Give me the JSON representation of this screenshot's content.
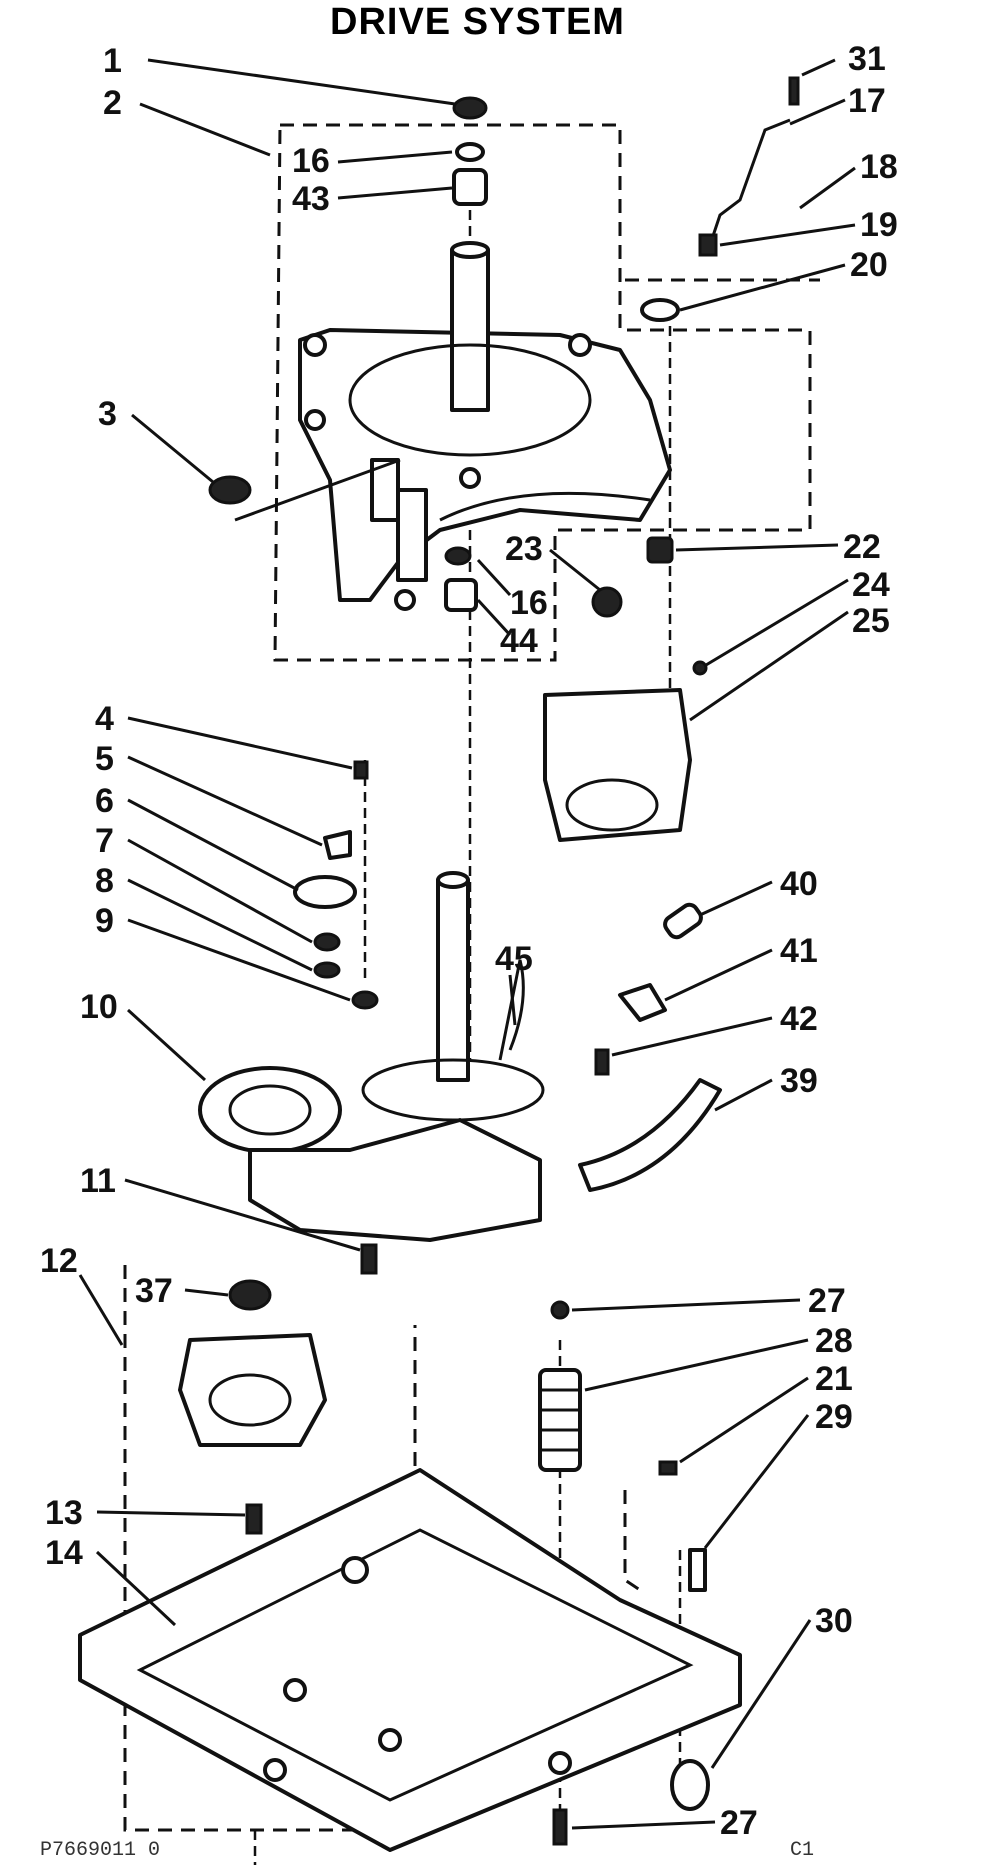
{
  "title": "DRIVE SYSTEM",
  "footer": {
    "left_code": "P7669011 0",
    "right_code": "C1"
  },
  "callouts": [
    {
      "id": "c1",
      "label": "1"
    },
    {
      "id": "c2",
      "label": "2"
    },
    {
      "id": "c16a",
      "label": "16"
    },
    {
      "id": "c43",
      "label": "43"
    },
    {
      "id": "c31",
      "label": "31"
    },
    {
      "id": "c17",
      "label": "17"
    },
    {
      "id": "c18",
      "label": "18"
    },
    {
      "id": "c19",
      "label": "19"
    },
    {
      "id": "c20",
      "label": "20"
    },
    {
      "id": "c3",
      "label": "3"
    },
    {
      "id": "c23",
      "label": "23"
    },
    {
      "id": "c22",
      "label": "22"
    },
    {
      "id": "c24",
      "label": "24"
    },
    {
      "id": "c25",
      "label": "25"
    },
    {
      "id": "c16b",
      "label": "16"
    },
    {
      "id": "c44",
      "label": "44"
    },
    {
      "id": "c4",
      "label": "4"
    },
    {
      "id": "c5",
      "label": "5"
    },
    {
      "id": "c6",
      "label": "6"
    },
    {
      "id": "c7",
      "label": "7"
    },
    {
      "id": "c8",
      "label": "8"
    },
    {
      "id": "c9",
      "label": "9"
    },
    {
      "id": "c40",
      "label": "40"
    },
    {
      "id": "c41",
      "label": "41"
    },
    {
      "id": "c42",
      "label": "42"
    },
    {
      "id": "c45",
      "label": "45"
    },
    {
      "id": "c39",
      "label": "39"
    },
    {
      "id": "c10",
      "label": "10"
    },
    {
      "id": "c11",
      "label": "11"
    },
    {
      "id": "c12",
      "label": "12"
    },
    {
      "id": "c37",
      "label": "37"
    },
    {
      "id": "c27a",
      "label": "27"
    },
    {
      "id": "c28",
      "label": "28"
    },
    {
      "id": "c21",
      "label": "21"
    },
    {
      "id": "c29",
      "label": "29"
    },
    {
      "id": "c13",
      "label": "13"
    },
    {
      "id": "c14",
      "label": "14"
    },
    {
      "id": "c30",
      "label": "30"
    },
    {
      "id": "c27b",
      "label": "27"
    }
  ]
}
